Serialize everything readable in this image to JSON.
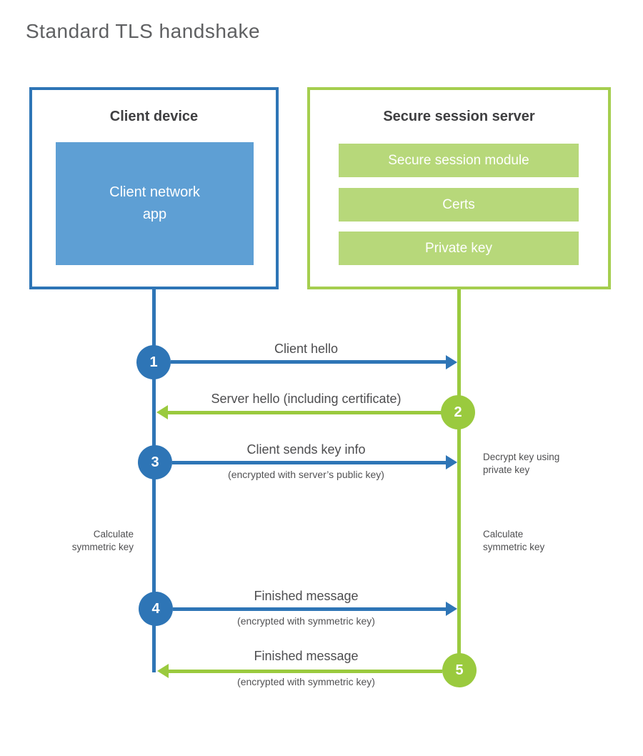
{
  "page": {
    "title": "Standard TLS handshake"
  },
  "colors": {
    "blue": "#2e75b6",
    "blue_fill": "#5e9fd4",
    "green": "#9aca3e",
    "green_border": "#a5ce4f",
    "green_fill": "#b7d87a",
    "heading_text": "#3f3f41",
    "label_text": "#4d4d4f"
  },
  "client": {
    "title": "Client device",
    "app_label": "Client network\napp"
  },
  "server": {
    "title": "Secure session server",
    "modules": [
      "Secure session module",
      "Certs",
      "Private key"
    ]
  },
  "steps": [
    {
      "number": "1",
      "actor": "client",
      "direction": "right",
      "label": "Client hello",
      "sublabel": ""
    },
    {
      "number": "2",
      "actor": "server",
      "direction": "left",
      "label": "Server hello (including certificate)",
      "sublabel": ""
    },
    {
      "number": "3",
      "actor": "client",
      "direction": "right",
      "label": "Client sends key info",
      "sublabel": "(encrypted with server’s public key)"
    },
    {
      "number": "4",
      "actor": "client",
      "direction": "right",
      "label": "Finished message",
      "sublabel": "(encrypted with symmetric key)"
    },
    {
      "number": "5",
      "actor": "server",
      "direction": "left",
      "label": "Finished message",
      "sublabel": "(encrypted with symmetric key)"
    }
  ],
  "notes": {
    "decrypt": "Decrypt key using\nprivate key",
    "calc_left": "Calculate\nsymmetric key",
    "calc_right": "Calculate\nsymmetric key"
  }
}
